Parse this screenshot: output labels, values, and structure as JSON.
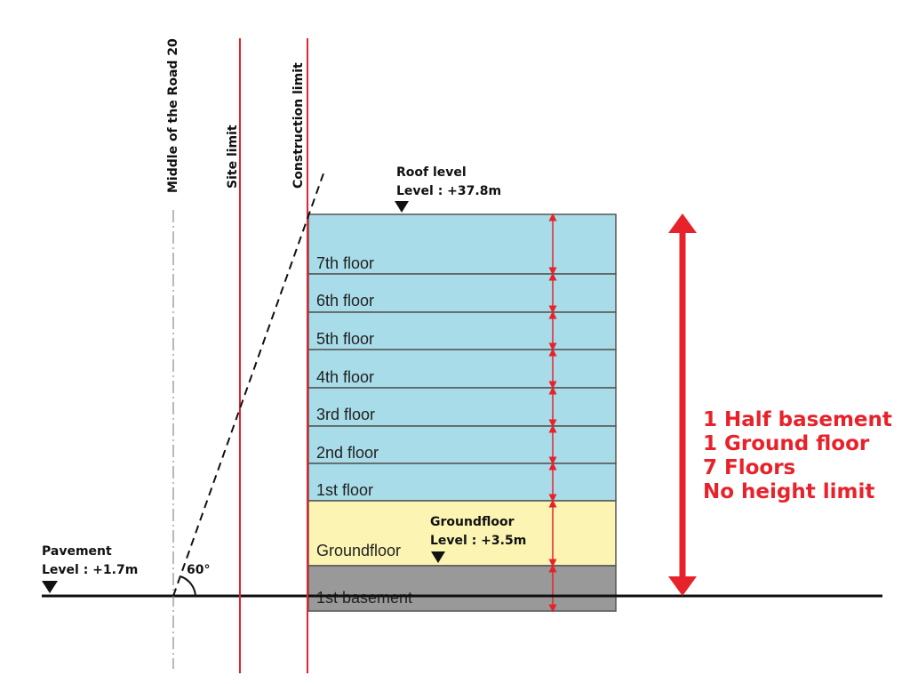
{
  "vertical_labels": {
    "road_middle": "Middle of the Road 20",
    "site_limit": "Site limit",
    "construction_limit": "Construction limit"
  },
  "roof": {
    "title": "Roof level",
    "level": "Level : +37.8m"
  },
  "pavement": {
    "title": "Pavement",
    "level": "Level : +1.7m"
  },
  "groundfloor_level": {
    "title": "Groundfloor",
    "level": "Level : +3.5m"
  },
  "angle": "60°",
  "floors": [
    "7th floor",
    "6th floor",
    "5th floor",
    "4th floor",
    "3rd floor",
    "2nd floor",
    "1st floor",
    "Groundfloor",
    "1st basement"
  ],
  "summary": [
    "1 Half basement",
    "1 Ground floor",
    "7 Floors",
    "No height limit"
  ],
  "colors": {
    "upper_floors": "#a8dce8",
    "ground_floor": "#fbf4b3",
    "basement": "#999999",
    "limit_line": "#e8222a",
    "summary_text": "#e8222a"
  }
}
